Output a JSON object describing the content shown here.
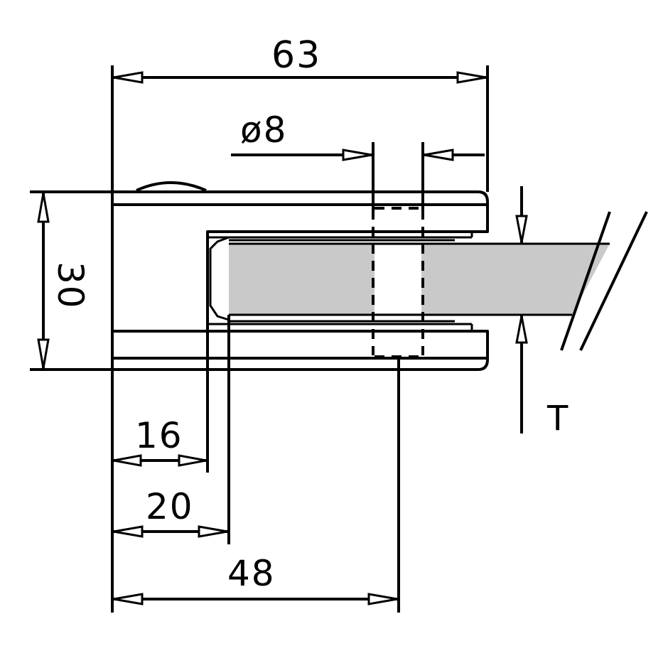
{
  "diagram": {
    "subject": "glass clamp cross-section",
    "colors": {
      "line": "#000000",
      "glass_fill": "#c9c9c9",
      "background": "#ffffff"
    },
    "dimensions": {
      "overall_length": "63",
      "bolt_diameter": "ø8",
      "height": "30",
      "glass_thickness": "T",
      "inner_depth_1": "16",
      "inner_depth_2": "20",
      "bolt_position": "48"
    }
  }
}
